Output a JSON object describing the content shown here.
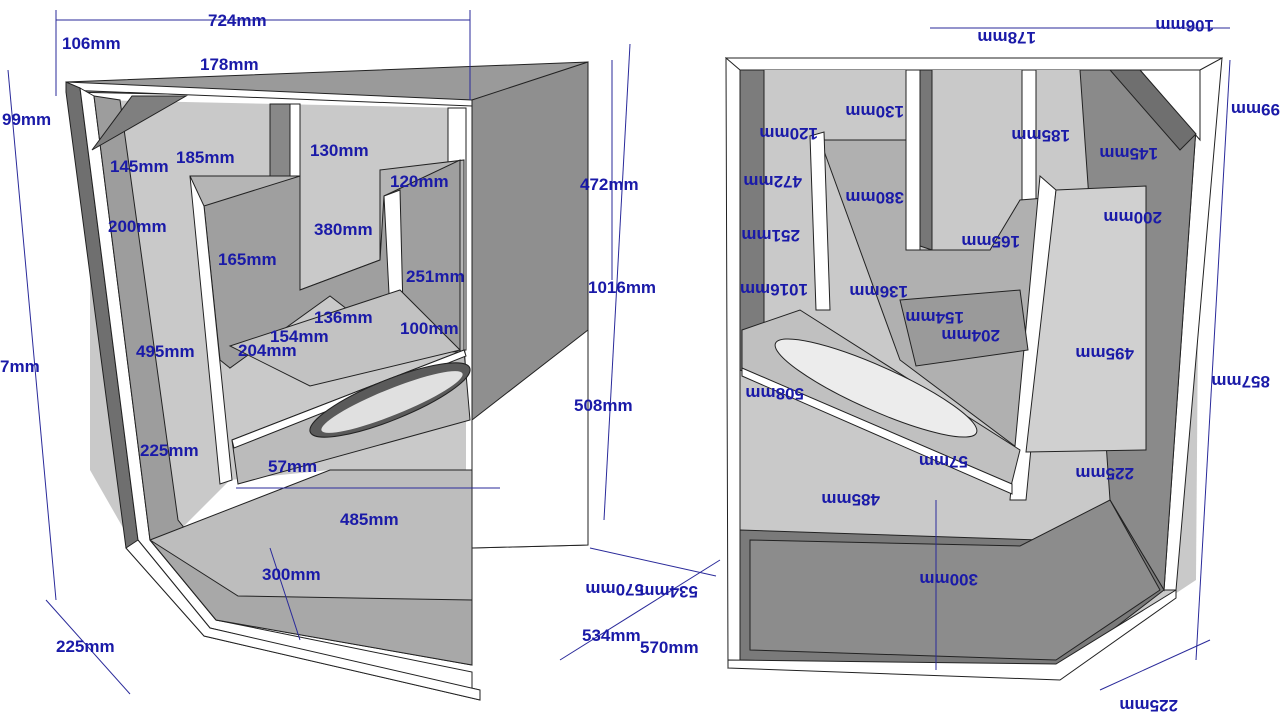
{
  "colors": {
    "dimension_text": "#1a1aa8",
    "dimension_line": "#2a2a9a",
    "panel_light": "#c9c9c9",
    "panel_mid": "#9c9c9c",
    "panel_dark": "#6f6f6f",
    "panel_edge": "#ffffff",
    "outline": "#222222"
  },
  "left_view": {
    "labels": [
      {
        "id": "top-width",
        "text": "724mm"
      },
      {
        "id": "slot-width",
        "text": "106mm"
      },
      {
        "id": "top-depth",
        "text": "178mm"
      },
      {
        "id": "corner-height",
        "text": "99mm"
      },
      {
        "id": "corner-width",
        "text": "145mm"
      },
      {
        "id": "inner-top",
        "text": "185mm"
      },
      {
        "id": "inner-130",
        "text": "130mm"
      },
      {
        "id": "inner-120",
        "text": "120mm"
      },
      {
        "id": "panel-200",
        "text": "200mm"
      },
      {
        "id": "panel-380",
        "text": "380mm"
      },
      {
        "id": "panel-165",
        "text": "165mm"
      },
      {
        "id": "panel-251",
        "text": "251mm"
      },
      {
        "id": "panel-136",
        "text": "136mm"
      },
      {
        "id": "panel-100",
        "text": "100mm"
      },
      {
        "id": "panel-154",
        "text": "154mm"
      },
      {
        "id": "panel-204",
        "text": "204mm"
      },
      {
        "id": "height-495",
        "text": "495mm"
      },
      {
        "id": "front-225",
        "text": "225mm"
      },
      {
        "id": "gap-57",
        "text": "57mm"
      },
      {
        "id": "baffle-485",
        "text": "485mm"
      },
      {
        "id": "base-300",
        "text": "300mm"
      },
      {
        "id": "bottom-225",
        "text": "225mm"
      },
      {
        "id": "total-height",
        "text": "7mm"
      },
      {
        "id": "side-472",
        "text": "472mm"
      },
      {
        "id": "side-1016",
        "text": "1016mm"
      },
      {
        "id": "side-508",
        "text": "508mm"
      },
      {
        "id": "depth-534",
        "text": "534mm"
      },
      {
        "id": "depth-570",
        "text": "570mm"
      }
    ]
  },
  "right_view": {
    "labels": [
      {
        "id": "r-106",
        "text": "106mm"
      },
      {
        "id": "r-178",
        "text": "178mm"
      },
      {
        "id": "r-99",
        "text": "99mm"
      },
      {
        "id": "r-130",
        "text": "130mm"
      },
      {
        "id": "r-120",
        "text": "120mm"
      },
      {
        "id": "r-185",
        "text": "185mm"
      },
      {
        "id": "r-145",
        "text": "145mm"
      },
      {
        "id": "r-472",
        "text": "472mm"
      },
      {
        "id": "r-380",
        "text": "380mm"
      },
      {
        "id": "r-200",
        "text": "200mm"
      },
      {
        "id": "r-251",
        "text": "251mm"
      },
      {
        "id": "r-165",
        "text": "165mm"
      },
      {
        "id": "r-1016",
        "text": "1016mm"
      },
      {
        "id": "r-136",
        "text": "136mm"
      },
      {
        "id": "r-154",
        "text": "154mm"
      },
      {
        "id": "r-204",
        "text": "204mm"
      },
      {
        "id": "r-495",
        "text": "495mm"
      },
      {
        "id": "r-857",
        "text": "857mm"
      },
      {
        "id": "r-508",
        "text": "508mm"
      },
      {
        "id": "r-57",
        "text": "57mm"
      },
      {
        "id": "r-225",
        "text": "225mm"
      },
      {
        "id": "r-485",
        "text": "485mm"
      },
      {
        "id": "r-300",
        "text": "300mm"
      },
      {
        "id": "r-570",
        "text": "570mm"
      },
      {
        "id": "r-534",
        "text": "534mm"
      },
      {
        "id": "r-225b",
        "text": "225mm"
      }
    ]
  }
}
